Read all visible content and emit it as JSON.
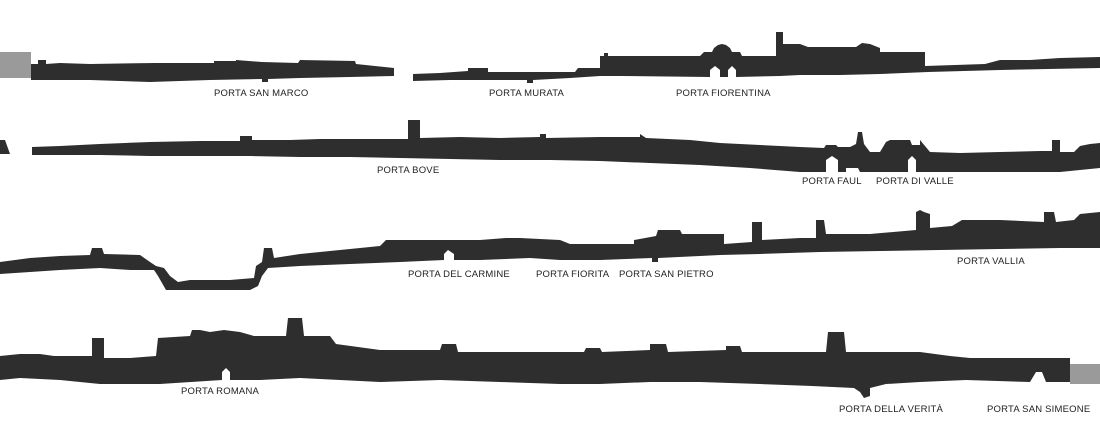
{
  "colors": {
    "wall": "#2e2e2e",
    "end_cap": "#9a9a9a",
    "label": "#222222",
    "background": "#ffffff"
  },
  "gates": {
    "row1": [
      "PORTA SAN MARCO",
      "PORTA MURATA",
      "PORTA FIORENTINA"
    ],
    "row2": [
      "PORTA BOVE",
      "PORTA FAUL",
      "PORTA DI VALLE"
    ],
    "row3": [
      "PORTA DEL CARMINE",
      "PORTA FIORITA",
      "PORTA SAN PIETRO",
      "PORTA VALLIA"
    ],
    "row4": [
      "PORTA ROMANA",
      "PORTA DELLA VERITÀ",
      "PORTA SAN SIMEONE"
    ]
  }
}
